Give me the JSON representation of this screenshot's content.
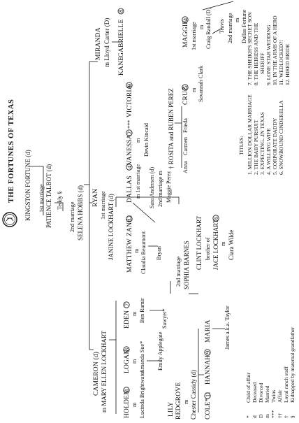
{
  "title": "THE FORTUNES OF TEXAS",
  "root": {
    "founder": "KINGSTON FORTUNE (d)",
    "first_marriage_label": "1st marriage",
    "first_wife": "PATIENCE TALBOT (d)",
    "first_child": "Teddy §",
    "second_marriage_label": "2nd marriage",
    "second_wife": "SELENA HOBBS (d)"
  },
  "miranda_branch": {
    "miranda": "MIRANDA",
    "husband": "m Lloyd Carter (D)",
    "kane": "KANE",
    "gabrielle": "GABRIELLE",
    "gabrielle_book": "8"
  },
  "ryan_branch": {
    "ryan": "RYAN",
    "first_marriage_label": "1st marriage",
    "first_wife": "JANINE LOCKHART (d)",
    "matthew": "MATTHEW",
    "matthew_m": "m",
    "matthew_wife": "Claudia Beaumont",
    "bryan": "Bryan",
    "zane": "ZANE",
    "zane_book": "12",
    "dallas": "DALLAS",
    "dallas_book": "4",
    "dallas_m": "m 1st marriage",
    "dallas_wife1": "Sara Andersen (d)",
    "dallas_m2": "2nd marriage m",
    "dallas_wife2": "Maggie Perez",
    "vanessa": "VANESSA",
    "vanessa_book": "2",
    "vanessa_mark": "***",
    "victoria": "VICTORIA",
    "victoria_book": "9",
    "vanessa_m": "m",
    "vanessa_husband": "Devin Kincaid",
    "second_marriage_label": "2nd marriage",
    "second_wife": "SOPHIA BARNES"
  },
  "perez_branch": {
    "heading": "† ROSITA and RUBEN PEREZ",
    "anna": "Anna",
    "carmen": "Carmen",
    "frieda": "Frieda",
    "cruz": "CRUZ",
    "cruz_book": "5",
    "cruz_m": "m",
    "cruz_wife": "Savannah Clark",
    "maggie": "MAGGIE",
    "maggie_book": "4",
    "maggie_m1": "1st marriage",
    "maggie_m": "m",
    "maggie_husband1": "Craig Randall (D)",
    "travis": "Travis",
    "maggie_m2": "2nd marriage",
    "maggie_m_b": "m",
    "maggie_husband2": "Dallas Fortune"
  },
  "lockhart_branch": {
    "clint": "CLINT LOCKHART",
    "clint_note": "brother of",
    "jace": "JACE LOCKHART",
    "jace_book": "6",
    "jace_m": "m",
    "jace_wife": "Ciara Wilde"
  },
  "cameron_branch": {
    "cameron": "CAMERON (d)",
    "cameron_wife": "m MARY ELLEN LOCKHART",
    "eden": "EDEN",
    "eden_book": "7",
    "eden_m": "m",
    "eden_husband": "Ben Ramir",
    "sawyer": "Sawyer*",
    "logan": "LOGAN",
    "logan_book": "3",
    "logan_m": "m",
    "logan_wife": "Amanda Sue*",
    "logan_child": "Emily Applegate",
    "holden": "HOLDEN",
    "holden_book": "1",
    "holden_m": "m",
    "holden_wife": "Lucinda Brightwater",
    "lily": "LILY",
    "redgrove": "REDGROVE",
    "lily_m": "m",
    "lily_husband": "Chester Cassidy (d)",
    "cole": "COLE*",
    "cole_book": "11",
    "hannah": "HANNAH",
    "hannah_book": "9",
    "maria": "MARIA",
    "maria_child": "James a.k.a. Taylor"
  },
  "titles": {
    "heading": "TITLES:",
    "items": [
      "1.  MILLION DOLLAR MARRIAGE",
      "2.  THE BABY PURSUIT",
      "3.  EXPECTING...IN TEXAS",
      "4.  A WILLING WIFE",
      "5.  CORPORATE DADDY",
      "6.  SNOWBOUND CINDERELLA",
      "7.  THE SHEIKH'S SECRET SON",
      "8.  THE HEIRESS AND THE",
      "SHERIFF",
      "9.  LONE STAR WEDDING",
      "10. IN THE ARMS OF A HERO",
      "11. WEDLOCKED?!",
      "12. HIRED BRIDE"
    ]
  },
  "legend": {
    "items": [
      {
        "sym": "*",
        "text": "Child of affair"
      },
      {
        "sym": "d",
        "text": "Deceased"
      },
      {
        "sym": "D",
        "text": "Divorced"
      },
      {
        "sym": "m",
        "text": "Married"
      },
      {
        "sym": "***",
        "text": "Twins"
      },
      {
        "sym": "††",
        "text": "Affair"
      },
      {
        "sym": "†",
        "text": "Loyal ranch staff"
      },
      {
        "sym": "§",
        "text": "Kidnapped by maternal grandfather"
      }
    ]
  }
}
